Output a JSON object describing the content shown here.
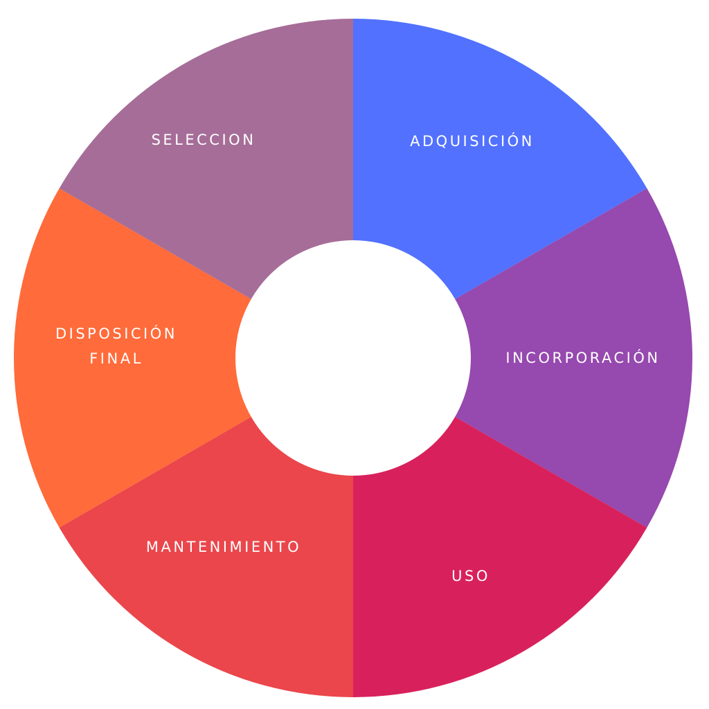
{
  "diagram": {
    "segments": [
      {
        "label_lines": [
          "ADQUISICIÓN"
        ],
        "color": "#5271FF"
      },
      {
        "label_lines": [
          "INCORPORACIÓN"
        ],
        "color": "#9649AE"
      },
      {
        "label_lines": [
          "USO"
        ],
        "color": "#D8215C"
      },
      {
        "label_lines": [
          "MANTENIMIENTO"
        ],
        "color": "#EA464B"
      },
      {
        "label_lines": [
          "DISPOSICIÓN",
          "FINAL"
        ],
        "color": "#FF6B3A"
      },
      {
        "label_lines": [
          "SELECCION"
        ],
        "color": "#A66D98"
      }
    ],
    "center_color": "#ffffff"
  }
}
